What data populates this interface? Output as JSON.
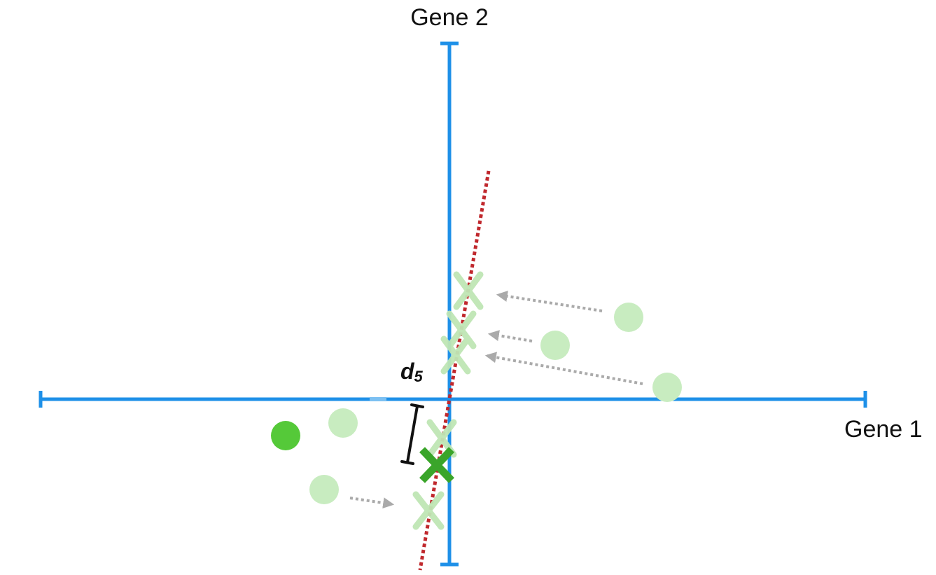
{
  "axes": {
    "x_label": "Gene 1",
    "y_label": "Gene 2"
  },
  "distance_label": {
    "symbol": "d",
    "subscript": "5"
  },
  "colors": {
    "axis": "#1e90e8",
    "fit_line": "#c0282d",
    "point_faded": "#c8ecc0",
    "point_highlight": "#55c939",
    "projection_faded": "#bfe6b5",
    "projection_highlight": "#3aa52a",
    "arrow": "#aaaaaa",
    "distance_bar": "#111111"
  },
  "icons": {
    "projected_marker": "x-glyph",
    "data_point": "filled-circle"
  }
}
